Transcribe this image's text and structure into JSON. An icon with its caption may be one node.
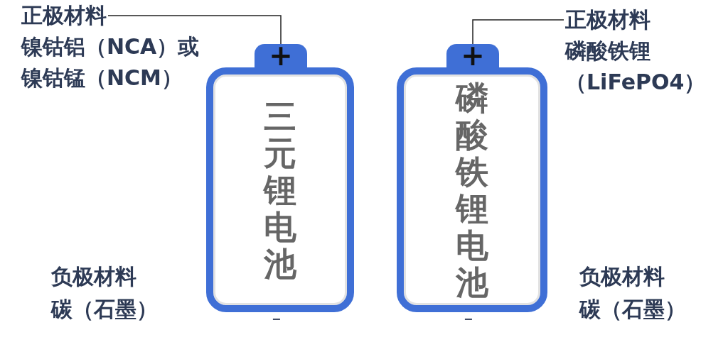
{
  "diagram": {
    "nodes": [
      {
        "text": [
          "正极材料",
          "镍钴铝（NCA）或镍钴锰（NCM）"
        ]
      },
      {
        "text": [
          "三元锂电池"
        ]
      },
      {
        "text": [
          "+"
        ]
      },
      {
        "text": [
          "正极材料",
          "磷酸铁锂（LiFePO4）"
        ]
      },
      {
        "text": [
          "磷酸铁锂电池"
        ]
      },
      {
        "text": [
          "+"
        ]
      }
    ],
    "edges": [
      {
        "from": 0,
        "to": 2,
        "arrow": "none"
      },
      {
        "from": 3,
        "to": 5,
        "arrow": "none"
      }
    ],
    "labels": [
      "负极材料",
      "碳（石墨）",
      "−",
      "−",
      "负极材料",
      "碳（石墨）"
    ]
  }
}
